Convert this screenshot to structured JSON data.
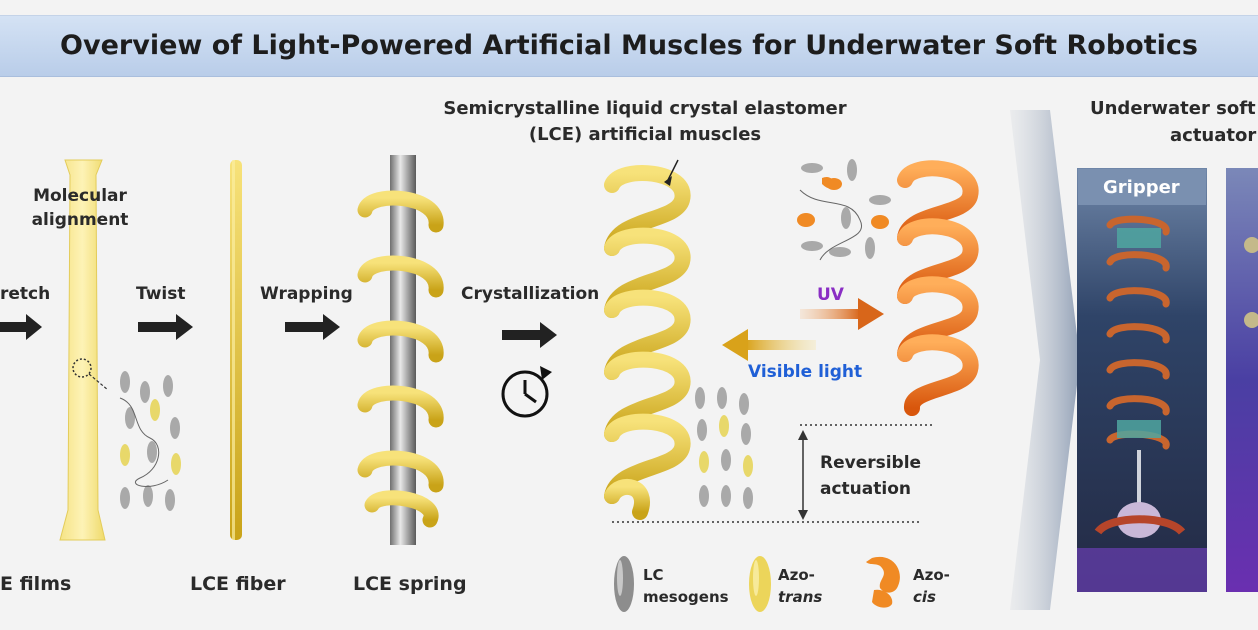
{
  "title": "Overview of Light-Powered Artificial Muscles for Underwater Soft Robotics",
  "steps": {
    "stretch": "retch",
    "twist": "Twist",
    "wrapping": "Wrapping",
    "crystallization": "Crystallization"
  },
  "labels": {
    "molecular_alignment_1": "Molecular",
    "molecular_alignment_2": "alignment",
    "films": "E films",
    "fiber": "LCE fiber",
    "spring": "LCE spring",
    "muscle_title_1": "Semicrystalline liquid crystal elastomer",
    "muscle_title_2": "(LCE) artificial muscles",
    "uv": "UV",
    "visible": "Visible light",
    "reversible_1": "Reversible",
    "reversible_2": "actuation",
    "underwater_1": "Underwater soft",
    "underwater_2": "actuator",
    "gripper": "Gripper"
  },
  "legend": {
    "lc_1": "LC",
    "lc_2": "mesogens",
    "trans_1": "Azo-",
    "trans_2": "trans",
    "cis_1": "Azo-",
    "cis_2": "cis"
  },
  "colors": {
    "uv_text": "#8a2ec4",
    "visible_text": "#1f5fd6",
    "yellow": "#e8c53a",
    "orange": "#f07a1e"
  }
}
